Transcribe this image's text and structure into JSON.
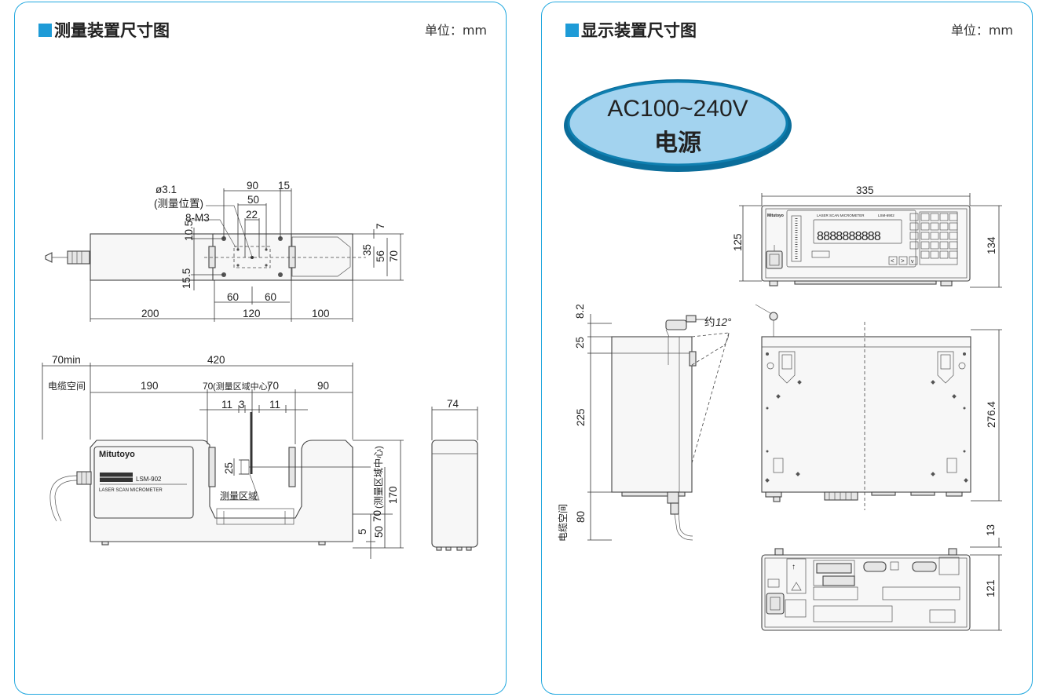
{
  "left_panel": {
    "title": "测量装置尺寸图",
    "unit": "单位：mm",
    "top_view": {
      "hole_label": "ø3.1",
      "hole_sub": "(测量位置)",
      "screw_label": "8-M3",
      "dims": {
        "d90": "90",
        "d15": "15",
        "d50": "50",
        "d22": "22",
        "d7": "7",
        "d105": "10.5",
        "d155": "15.5",
        "d35": "35",
        "d56": "56",
        "d70": "70",
        "d60a": "60",
        "d60b": "60",
        "d200": "200",
        "d120": "120",
        "d100": "100"
      }
    },
    "front_view": {
      "dims": {
        "d70min": "70min",
        "d420": "420",
        "d190": "190",
        "d70c": "70",
        "d70c_note": "(测量区域中心)",
        "d70r": "70",
        "d90": "90",
        "d11a": "11",
        "d3": "3",
        "d11b": "11",
        "d25": "25",
        "d70v": "70",
        "d70v_note": "(测量区域中心)",
        "d170": "170",
        "d5": "5",
        "d50": "50"
      },
      "cable_space": "电缆空间",
      "measure_area": "测量区域",
      "brand": "Mitutoyo",
      "model": "LSM-902",
      "product": "LASER SCAN MICROMETER"
    },
    "side_view": {
      "width": "74"
    }
  },
  "right_panel": {
    "title": "显示装置尺寸图",
    "unit": "单位：mm",
    "callout_line1": "AC100~240V",
    "callout_line2": "电源",
    "callout_color": "#a3d3ef",
    "callout_border": "#0f7fb0",
    "front_view": {
      "d335": "335",
      "d125": "125",
      "d134": "134",
      "brand": "Mitutoyo",
      "product": "LASER SCAN MICROMETER",
      "model": "LSM-6902",
      "digits": "8888888888"
    },
    "side_view": {
      "d82": "8.2",
      "d25": "25",
      "d225": "225",
      "d80": "80",
      "cable_space": "电缆空间",
      "angle_prefix": "约",
      "angle_value": "12°"
    },
    "top_view": {
      "d2764": "276.4"
    },
    "rear_view": {
      "d13": "13",
      "d121": "121"
    }
  }
}
